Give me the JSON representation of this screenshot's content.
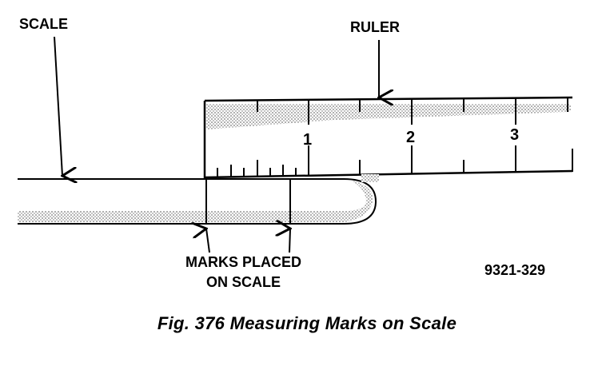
{
  "labels": {
    "scale": "SCALE",
    "ruler": "RULER",
    "marks_line1": "MARKS PLACED",
    "marks_line2": "ON SCALE",
    "figure_id": "9321-329"
  },
  "ruler_numbers": [
    "1",
    "2",
    "3"
  ],
  "caption": "Fig. 376 Measuring Marks on Scale"
}
